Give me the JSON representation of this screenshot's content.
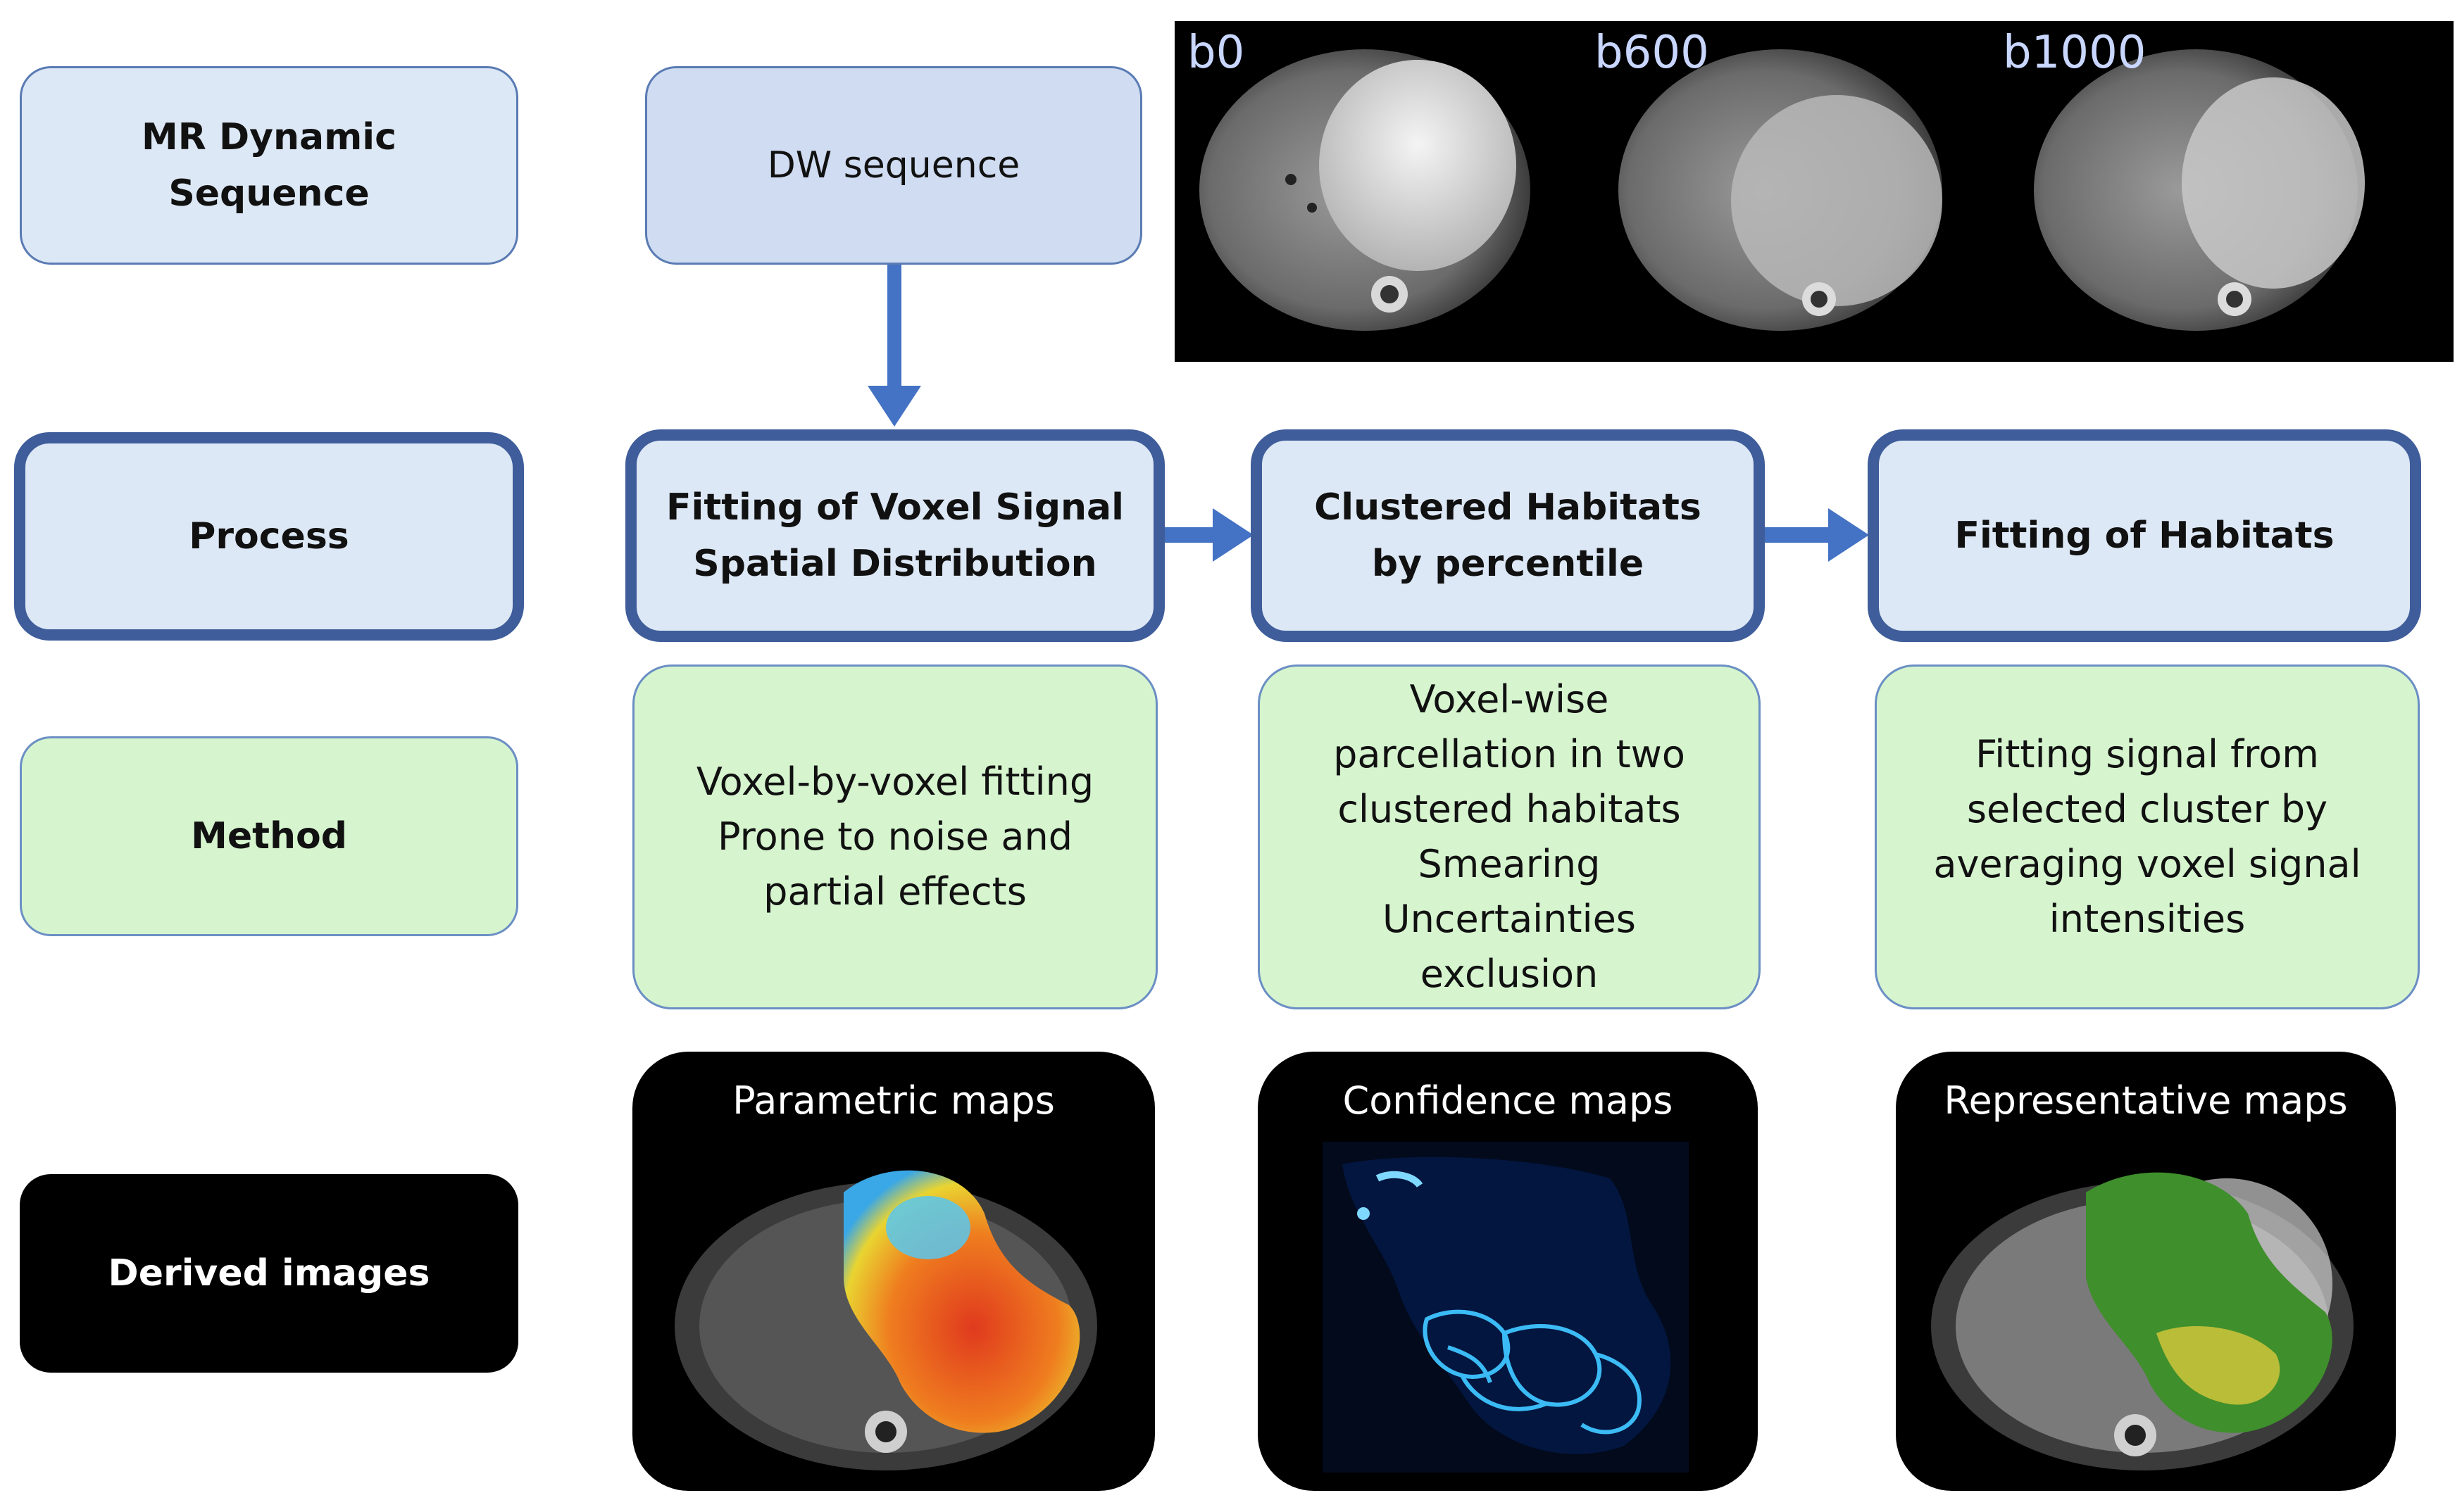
{
  "rows": {
    "sequence": "MR Dynamic Sequence",
    "process": "Process",
    "method": "Method",
    "derived": "Derived images"
  },
  "dw_sequence": "DW sequence",
  "mri_strip": {
    "labels": [
      "b0",
      "b600",
      "b1000"
    ]
  },
  "process_steps": [
    {
      "lines": [
        "Fitting of Voxel Signal",
        "Spatial Distribution"
      ]
    },
    {
      "lines": [
        "Clustered Habitats",
        "by percentile"
      ]
    },
    {
      "lines": [
        "Fitting of Habitats"
      ]
    }
  ],
  "methods": [
    {
      "lines": [
        "Voxel-by-voxel fitting",
        "Prone to noise and",
        "partial effects"
      ]
    },
    {
      "lines": [
        "Voxel-wise",
        "parcellation in two",
        "clustered habitats",
        "Smearing",
        "Uncertainties",
        "exclusion"
      ]
    },
    {
      "lines": [
        "Fitting signal from",
        "selected cluster by",
        "averaging voxel signal",
        "intensities"
      ]
    }
  ],
  "derived_maps": [
    "Parametric maps",
    "Confidence maps",
    "Representative maps"
  ],
  "colors": {
    "arrow": "#4472c4",
    "process_border": "#3f5d9a",
    "green_fill": "#d6f5cf",
    "blue_fill": "#dde8f6"
  }
}
